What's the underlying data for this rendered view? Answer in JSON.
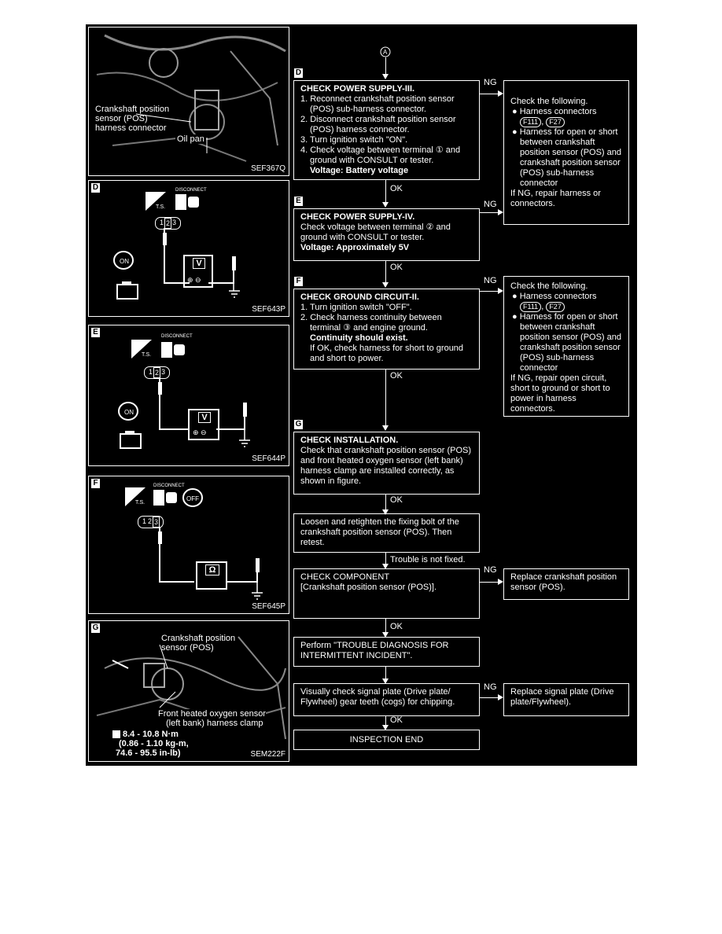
{
  "figures": {
    "fig1": {
      "callout_sensor": [
        "Crankshaft position",
        "sensor (POS)",
        "harness connector"
      ],
      "callout_oilpan": "Oil pan",
      "code": "SEF367Q"
    },
    "figD": {
      "letter": "D",
      "disconnect": "DISCONNECT",
      "ts": "T.S.",
      "pins": [
        "1",
        "2",
        "3"
      ],
      "meter": "V",
      "code": "SEF643P"
    },
    "figE": {
      "letter": "E",
      "disconnect": "DISCONNECT",
      "ts": "T.S.",
      "pins": [
        "1",
        "2",
        "3"
      ],
      "meter": "V",
      "code": "SEF644P"
    },
    "figF": {
      "letter": "F",
      "disconnect": "DISCONNECT",
      "ts": "T.S.",
      "pins": [
        "1",
        "2",
        "3"
      ],
      "meter": "Ω",
      "code": "SEF645P"
    },
    "figG": {
      "letter": "G",
      "callout_sensor": [
        "Crankshaft position",
        "sensor (POS)"
      ],
      "callout_clamp": [
        "Front heated oxygen sensor",
        "(left bank) harness clamp"
      ],
      "torque": [
        "8.4 - 10.8 N·m",
        "(0.86 - 1.10 kg-m,",
        "74.6 - 95.5 in-lb)"
      ],
      "code": "SEM222F"
    }
  },
  "flow": {
    "start_marker": "A",
    "stepD": {
      "letter": "D",
      "title": "CHECK POWER SUPPLY-III.",
      "steps": [
        "1. Reconnect crankshaft position sensor (POS) sub-harness connector.",
        "2. Disconnect crankshaft position sensor (POS) harness connector.",
        "3. Turn ignition switch \"ON\".",
        "4. Check voltage between terminal ① and ground with CONSULT or tester."
      ],
      "spec": "Voltage: Battery voltage"
    },
    "ngD": {
      "intro": "Check the following.",
      "bullet1": "Harness connectors",
      "chips1": [
        "F111",
        "F27"
      ],
      "bullet2": "Harness for open or short between crankshaft position sensor (POS) and crankshaft position sensor (POS) sub-harness connector",
      "footer": "If NG, repair harness or connectors."
    },
    "stepE": {
      "letter": "E",
      "title": "CHECK POWER SUPPLY-IV.",
      "body": "Check voltage between terminal ② and ground with CONSULT or tester.",
      "spec": "Voltage: Approximately 5V"
    },
    "stepF": {
      "letter": "F",
      "title": "CHECK GROUND CIRCUIT-II.",
      "steps": [
        "1. Turn ignition switch \"OFF\".",
        "2. Check harness continuity between terminal ③ and engine ground."
      ],
      "spec": "Continuity should exist.",
      "note": "If OK, check harness for short to ground and short to power."
    },
    "ngF": {
      "intro": "Check the following.",
      "bullet1": "Harness connectors",
      "chips1": [
        "F111",
        "F27"
      ],
      "bullet2": "Harness for open or short between crankshaft position sensor (POS) and crankshaft position sensor (POS) sub-harness connector",
      "footer": "If NG, repair open circuit, short to ground or short to power in harness connectors."
    },
    "stepG": {
      "letter": "G",
      "title": "CHECK INSTALLATION.",
      "body": "Check that crankshaft position sensor (POS) and front heated oxygen sensor (left bank) harness clamp are installed correctly, as shown in figure."
    },
    "loosen": "Loosen and retighten the fixing bolt of the crankshaft position sensor (POS). Then retest.",
    "not_fixed": "Trouble is not fixed.",
    "component": {
      "title": "CHECK COMPONENT",
      "body": "[Crankshaft position sensor (POS)]."
    },
    "replace_sensor": "Replace crankshaft position sensor (POS).",
    "perform": "Perform \"TROUBLE DIAGNOSIS FOR INTERMITTENT INCIDENT\".",
    "visual": "Visually check signal plate (Drive plate/ Flywheel) gear teeth (cogs) for chipping.",
    "replace_plate": "Replace signal plate (Drive plate/Flywheel).",
    "end": "INSPECTION END",
    "ok": "OK",
    "ng": "NG"
  }
}
